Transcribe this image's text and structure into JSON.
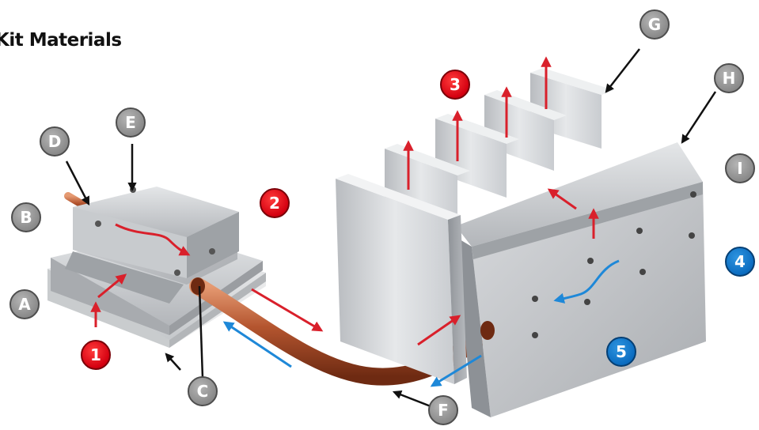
{
  "title": "Kit Materials",
  "colors": {
    "red_arrow": "#d9202b",
    "blue_arrow": "#1e88d8",
    "copper": "#b4552f",
    "aluminum": "#bfc2c6"
  },
  "callouts": {
    "A": "A",
    "B": "B",
    "C": "C",
    "D": "D",
    "E": "E",
    "F": "F",
    "G": "G",
    "H": "H",
    "I": "I",
    "n1": "1",
    "n2": "2",
    "n3": "3",
    "n4": "4",
    "n5": "5"
  }
}
